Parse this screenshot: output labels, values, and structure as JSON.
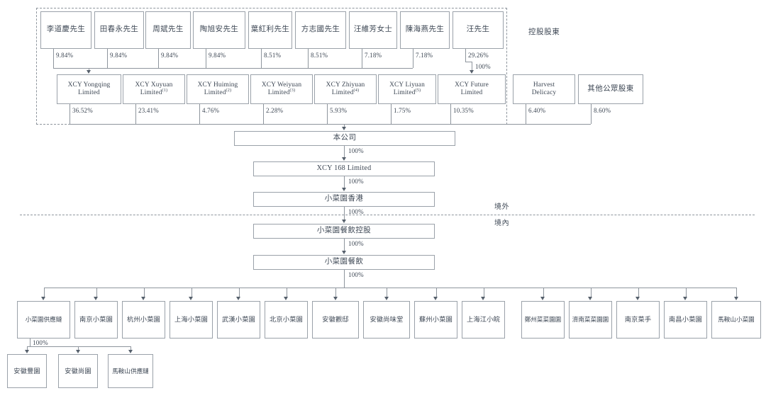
{
  "diagram": {
    "title_caption_controlling": "控股股東",
    "offshore_label": "境外",
    "onshore_label": "境內",
    "shareholders": [
      {
        "name": "李道慶先生",
        "pct": "9.84%"
      },
      {
        "name": "田春永先生",
        "pct": "9.84%"
      },
      {
        "name": "周斌先生",
        "pct": "9.84%"
      },
      {
        "name": "陶旭安先生",
        "pct": "9.84%"
      },
      {
        "name": "葉紅利先生",
        "pct": "8.51%"
      },
      {
        "name": "方志國先生",
        "pct": "8.51%"
      },
      {
        "name": "汪維芳女士",
        "pct": "7.18%"
      },
      {
        "name": "陳海燕先生",
        "pct": "7.18%"
      },
      {
        "name": "汪先生",
        "pct": "29.26%"
      }
    ],
    "wang_to_future_pct": "100%",
    "spv_entities": [
      {
        "line1": "XCY Yongqing",
        "line2": "Limited",
        "sup": "",
        "pct": "36.52%"
      },
      {
        "line1": "XCY Xuyuan",
        "line2": "Limited",
        "sup": "(1)",
        "pct": "23.41%"
      },
      {
        "line1": "XCY Huiming",
        "line2": "Limited",
        "sup": "(2)",
        "pct": "4.76%"
      },
      {
        "line1": "XCY Weiyuan",
        "line2": "Limited",
        "sup": "(3)",
        "pct": "2.28%"
      },
      {
        "line1": "XCY Zhiyuan",
        "line2": "Limited",
        "sup": "(4)",
        "pct": "5.93%"
      },
      {
        "line1": "XCY Liyuan",
        "line2": "Limited",
        "sup": "(5)",
        "pct": "1.75%"
      },
      {
        "line1": "XCY Future",
        "line2": "Limited",
        "sup": "",
        "pct": "10.35%"
      }
    ],
    "public_entities": [
      {
        "line1": "Harvest",
        "line2": "Delicacy",
        "pct": "6.40%"
      },
      {
        "line1": "其他公眾股東",
        "line2": "",
        "pct": "8.60%"
      }
    ],
    "spine": [
      {
        "label": "本公司",
        "pct_below": "100%",
        "lang": "cn"
      },
      {
        "label": "XCY 168 Limited",
        "pct_below": "100%",
        "lang": "en"
      },
      {
        "label": "小菜園香港",
        "pct_below": "100%",
        "lang": "cn"
      },
      {
        "label": "小菜園餐飲控股",
        "pct_below": "100%",
        "lang": "cn"
      },
      {
        "label": "小菜園餐飲",
        "pct_below": "100%",
        "lang": "cn"
      }
    ],
    "operating_subsidiaries": [
      {
        "label": "小菜園供應鏈"
      },
      {
        "label": "南京小菜園"
      },
      {
        "label": "杭州小菜園"
      },
      {
        "label": "上海小菜園"
      },
      {
        "label": "武漢小菜園"
      },
      {
        "label": "北京小菜園"
      },
      {
        "label": "安徽觀邸"
      },
      {
        "label": "安徽尚味堂"
      },
      {
        "label": "蘇州小菜園"
      },
      {
        "label": "上海江小皖"
      },
      {
        "label": "鄭州菜菜園園"
      },
      {
        "label": "濟南菜菜園園"
      },
      {
        "label": "南京菜手"
      },
      {
        "label": "南昌小菜園"
      },
      {
        "label": "馬鞍山小菜園"
      }
    ],
    "supply_chain_pct": "100%",
    "tier4_subsidiaries": [
      {
        "label": "安徽豐園"
      },
      {
        "label": "安徽尚園"
      },
      {
        "label": "馬鞍山供應鏈"
      }
    ],
    "colors": {
      "box_border": "#9aa1a9",
      "line": "#8e959d",
      "text": "#3d4754",
      "background": "#ffffff"
    }
  }
}
